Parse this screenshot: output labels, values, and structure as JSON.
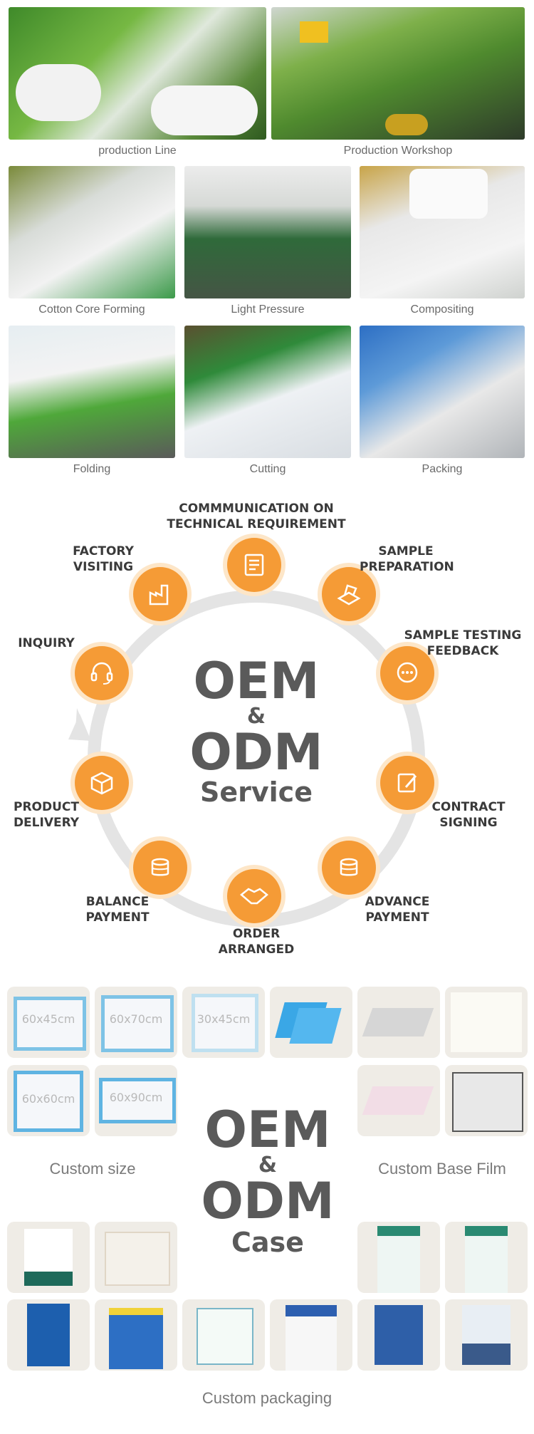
{
  "production": {
    "captions": [
      "production Line",
      "Production Workshop",
      "Cotton Core Forming",
      "Light Pressure",
      "Compositing",
      "Folding",
      "Cutting",
      "Packing"
    ]
  },
  "oem_service": {
    "center": {
      "line1": "OEM",
      "amp": "&",
      "line2": "ODM",
      "line3": "Service"
    },
    "steps": {
      "communication": "COMMMUNICATION ON TECHNICAL REQUIREMENT",
      "sample_preparation": "SAMPLE PREPARATION",
      "sample_testing": "SAMPLE TESTING FEEDBACK",
      "contract": "CONTRACT SIGNING",
      "advance_payment": "ADVANCE PAYMENT",
      "order_arranged": "ORDER ARRANGED",
      "balance_payment": "BALANCE PAYMENT",
      "product_delivery": "PRODUCT DELIVERY",
      "inquiry": "INQUIRY",
      "factory_visiting": "FACTORY VISITING"
    }
  },
  "oem_case": {
    "center": {
      "line1": "OEM",
      "amp": "&",
      "line2": "ODM",
      "line3": "Case"
    },
    "custom_size_title": "Custom size",
    "custom_base_film_title": "Custom Base Film",
    "custom_packaging_title": "Custom packaging",
    "sizes": [
      "60x45cm",
      "60x70cm",
      "30x45cm",
      "60x60cm",
      "60x90cm"
    ]
  }
}
